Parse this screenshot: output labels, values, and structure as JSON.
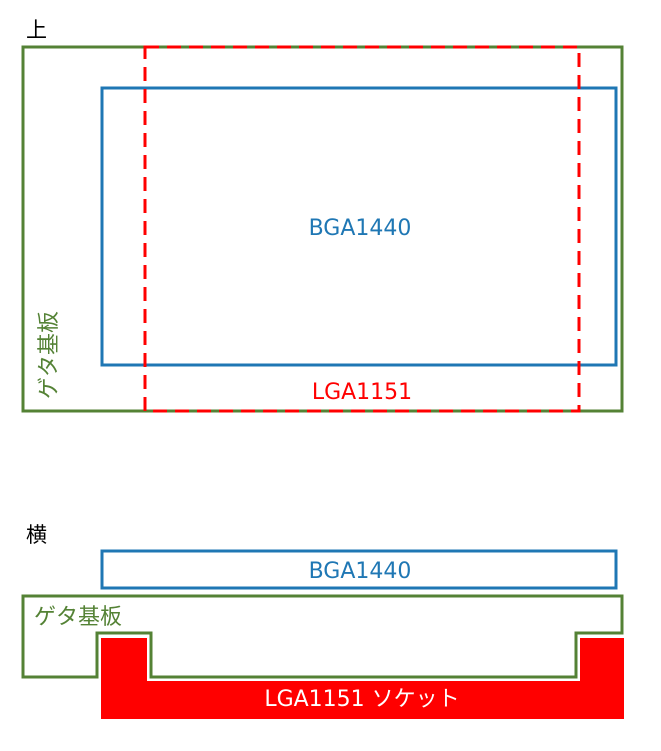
{
  "colors": {
    "green": "#548235",
    "blue": "#1f77b4",
    "red": "#ff0000",
    "text": "#000000",
    "white": "#ffffff"
  },
  "top_view": {
    "heading": "上",
    "bga_label": "BGA1440",
    "lga_label": "LGA1151",
    "board_label": "ゲタ基板"
  },
  "side_view": {
    "heading": "横",
    "bga_label": "BGA1440",
    "board_label": "ゲタ基板",
    "socket_label": "LGA1151 ソケット"
  }
}
